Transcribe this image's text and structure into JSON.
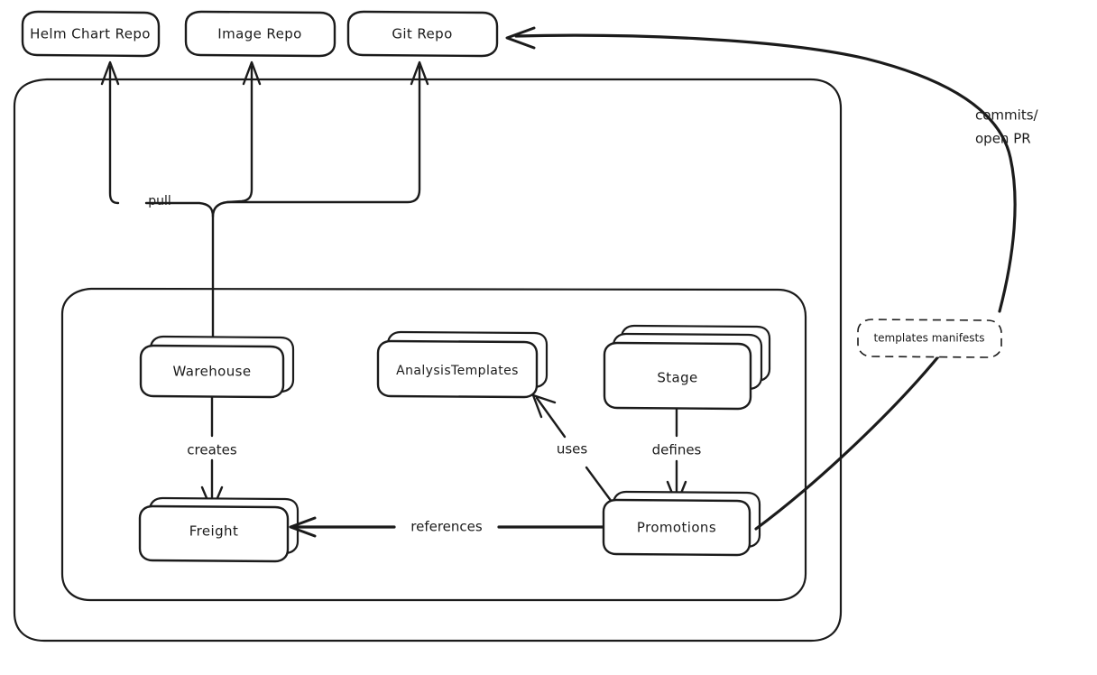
{
  "diagram": {
    "title": "Kargo GitOps architecture diagram",
    "style": "hand-drawn",
    "stroke_color": "#1b1b1b",
    "background": "#ffffff"
  },
  "repos": [
    {
      "id": "helm-chart-repo",
      "label": "Helm Chart Repo"
    },
    {
      "id": "image-repo",
      "label": "Image Repo"
    },
    {
      "id": "git-repo",
      "label": "Git Repo"
    }
  ],
  "containers": [
    {
      "id": "outer-container",
      "label": ""
    },
    {
      "id": "inner-container",
      "label": ""
    }
  ],
  "entities": [
    {
      "id": "warehouse",
      "label": "Warehouse",
      "stack": 2
    },
    {
      "id": "analysis-templates",
      "label": "AnalysisTemplates",
      "stack": 2
    },
    {
      "id": "stage",
      "label": "Stage",
      "stack": 3
    },
    {
      "id": "freight",
      "label": "Freight",
      "stack": 2
    },
    {
      "id": "promotions",
      "label": "Promotions",
      "stack": 2
    }
  ],
  "edges": [
    {
      "id": "pull",
      "label": "pull",
      "from": "warehouse",
      "to": "repos"
    },
    {
      "id": "creates",
      "label": "creates",
      "from": "warehouse",
      "to": "freight"
    },
    {
      "id": "defines",
      "label": "defines",
      "from": "stage",
      "to": "promotions"
    },
    {
      "id": "uses",
      "label": "uses",
      "from": "promotions",
      "to": "analysis-templates"
    },
    {
      "id": "references",
      "label": "references",
      "from": "promotions",
      "to": "freight"
    },
    {
      "id": "commits-open-pr",
      "label": "commits/\nopen PR",
      "label_line1": "commits/",
      "label_line2": "open PR",
      "from": "promotions",
      "to": "git-repo"
    }
  ],
  "notes": [
    {
      "id": "templates-manifests-note",
      "label": "templates manifests",
      "style": "dashed"
    }
  ]
}
